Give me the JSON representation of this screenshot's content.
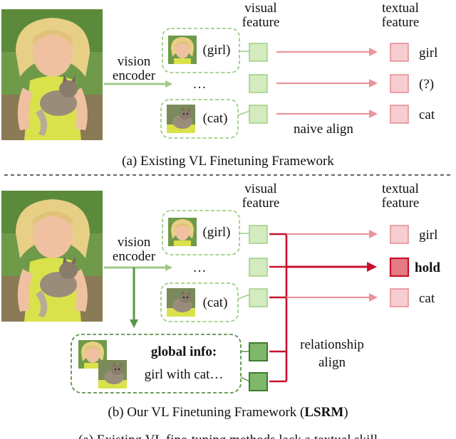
{
  "top": {
    "visual_header": [
      "visual",
      "feature"
    ],
    "textual_header": [
      "textual",
      "feature"
    ],
    "encoder_label": [
      "vision",
      "encoder"
    ],
    "regions": [
      "(girl)",
      "…",
      "(cat)"
    ],
    "text_labels": [
      "girl",
      "(?)",
      "cat"
    ],
    "align_label": "naive align",
    "caption": "(a) Existing VL Finetuning Framework"
  },
  "bottom": {
    "visual_header": [
      "visual",
      "feature"
    ],
    "textual_header": [
      "textual",
      "feature"
    ],
    "encoder_label": [
      "vision",
      "encoder"
    ],
    "regions": [
      "(girl)",
      "…",
      "(cat)"
    ],
    "text_labels": [
      "girl",
      "hold",
      "cat"
    ],
    "global_title": "global info:",
    "global_text": "girl with cat…",
    "align_label": [
      "relationship",
      "align"
    ],
    "caption_prefix": "(b) Our VL Finetuning Framework (",
    "caption_bold": "LSRM",
    "caption_suffix": ")"
  },
  "footer_cut_text": "(a) Existing VL fine-tuning methods lack a textual skill",
  "colors": {
    "green_fill": "#d3ebbf",
    "green_stroke": "#9fcf85",
    "green_arrow": "#9fc98a",
    "dark_green_fill": "#7fb86a",
    "dark_green_stroke": "#3f7a32",
    "pink_fill": "#f6cdd0",
    "pink_stroke": "#e58a92",
    "pink_arrow": "#e8959b",
    "red": "#c8102e",
    "hold_fill": "#e57b85"
  }
}
